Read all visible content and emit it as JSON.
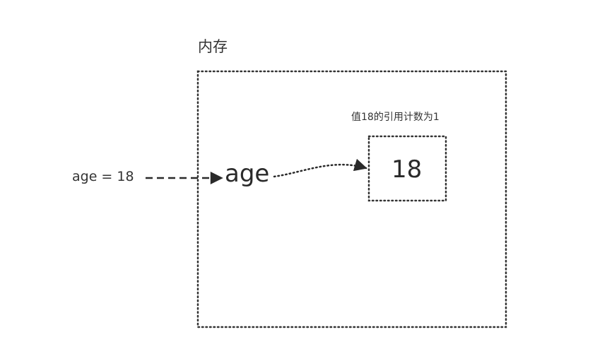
{
  "memory": {
    "title": "内存"
  },
  "object": {
    "value": "18",
    "refcount_label": "值18的引用计数为1"
  },
  "statement": {
    "assignment": "age = 18"
  },
  "variable": {
    "name": "age"
  }
}
